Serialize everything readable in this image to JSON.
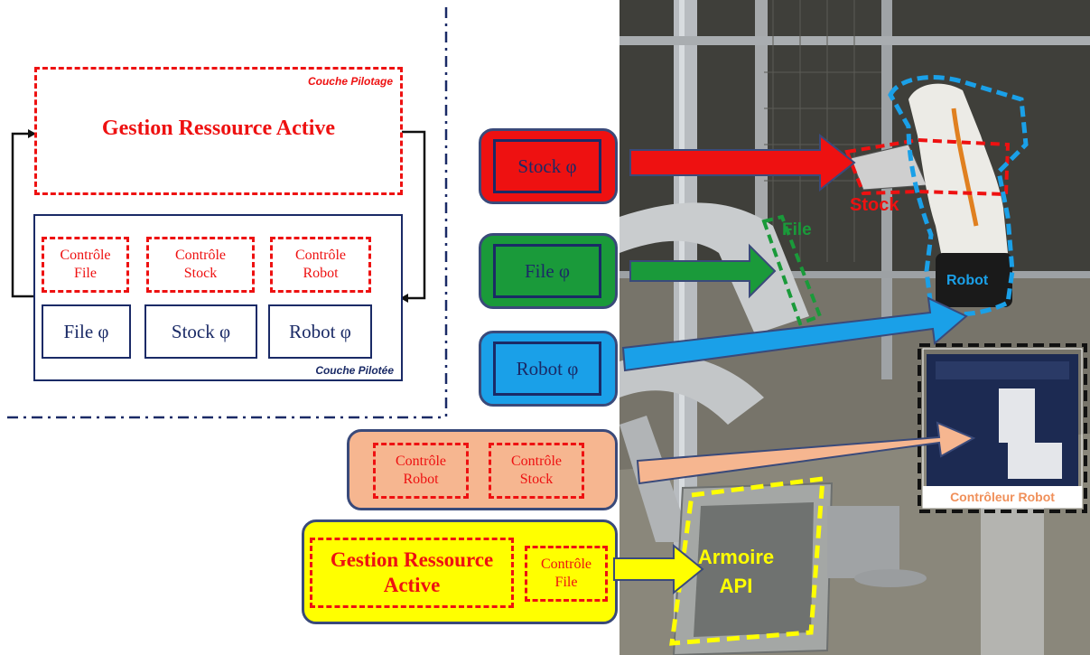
{
  "left_diagram": {
    "piloting_layer_label": "Couche Pilotage",
    "active_resource_title": "Gestion Ressource Active",
    "piloted_layer_label": "Couche Pilotée",
    "controls": [
      "Contrôle\nFile",
      "Contrôle\nStock",
      "Contrôle\nRobot"
    ],
    "resources": [
      "File φ",
      "Stock φ",
      "Robot φ"
    ]
  },
  "middle_column": {
    "stock_box": "Stock φ",
    "file_box": "File φ",
    "robot_box": "Robot φ",
    "orange_controls": [
      "Contrôle\nRobot",
      "Contrôle\nStock"
    ],
    "yellow_title": "Gestion Ressource\nActive",
    "yellow_control": "Contrôle\nFile"
  },
  "photo_labels": {
    "stock": "Stock",
    "file": "File",
    "robot": "Robot",
    "controller": "Contrôleur Robot",
    "cabinet": "Armoire\nAPI"
  },
  "colors": {
    "red": "#ee1111",
    "green": "#1a9a3a",
    "blue": "#1aa0e8",
    "orange": "#f6b690",
    "yellow": "#ffff00",
    "navy": "#1a2a66"
  }
}
